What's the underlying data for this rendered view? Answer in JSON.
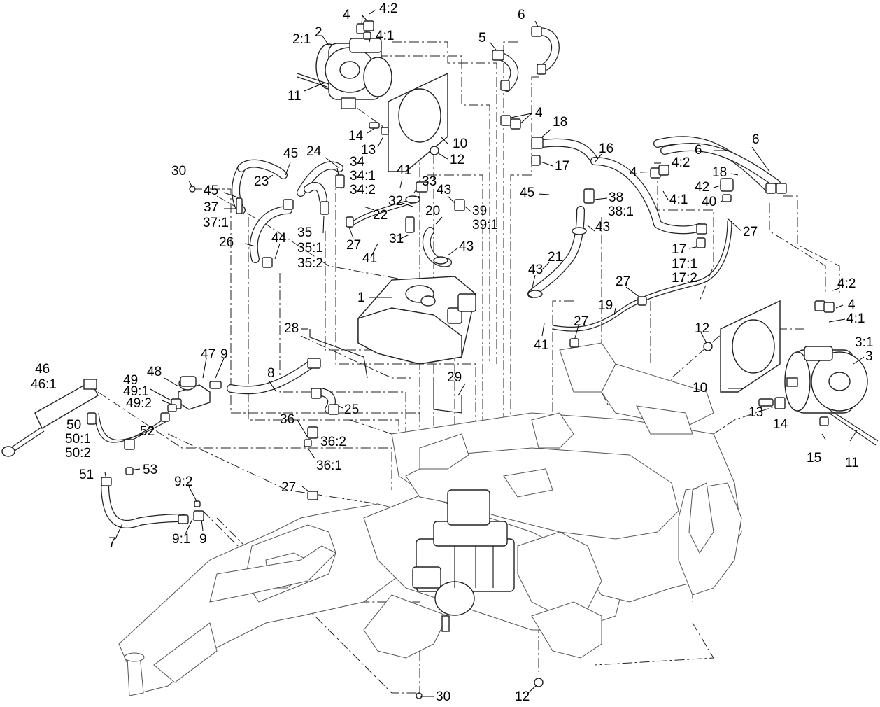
{
  "callouts": [
    {
      "id": "c1",
      "text": "4:2"
    },
    {
      "id": "c2",
      "text": "4"
    },
    {
      "id": "c3",
      "text": "2:1"
    },
    {
      "id": "c4",
      "text": "2"
    },
    {
      "id": "c5",
      "text": "4:1"
    },
    {
      "id": "c6",
      "text": "11"
    },
    {
      "id": "c7",
      "text": "5"
    },
    {
      "id": "c8",
      "text": "6"
    },
    {
      "id": "c9",
      "text": "4"
    },
    {
      "id": "c10",
      "text": "14"
    },
    {
      "id": "c11",
      "text": "13"
    },
    {
      "id": "c12",
      "text": "10"
    },
    {
      "id": "c13",
      "text": "12"
    },
    {
      "id": "c14",
      "text": "18"
    },
    {
      "id": "c15",
      "text": "16"
    },
    {
      "id": "c16",
      "text": "17"
    },
    {
      "id": "c17",
      "text": "6"
    },
    {
      "id": "c18",
      "text": "6"
    },
    {
      "id": "c19",
      "text": "4"
    },
    {
      "id": "c20",
      "text": "4:2"
    },
    {
      "id": "c21",
      "text": "18"
    },
    {
      "id": "c22",
      "text": "4:1"
    },
    {
      "id": "c23",
      "text": "42"
    },
    {
      "id": "c24",
      "text": "40"
    },
    {
      "id": "c25",
      "text": "27"
    },
    {
      "id": "c26",
      "text": "30"
    },
    {
      "id": "c27",
      "text": "45"
    },
    {
      "id": "c28",
      "text": "24"
    },
    {
      "id": "c29",
      "text": "23"
    },
    {
      "id": "c30",
      "text": "34"
    },
    {
      "id": "c31",
      "text": "34:1"
    },
    {
      "id": "c32",
      "text": "34:2"
    },
    {
      "id": "c33",
      "text": "41"
    },
    {
      "id": "c34",
      "text": "33"
    },
    {
      "id": "c35",
      "text": "43"
    },
    {
      "id": "c36",
      "text": "32"
    },
    {
      "id": "c37",
      "text": "45"
    },
    {
      "id": "c38",
      "text": "37"
    },
    {
      "id": "c39",
      "text": "37:1"
    },
    {
      "id": "c40",
      "text": "22"
    },
    {
      "id": "c41",
      "text": "20"
    },
    {
      "id": "c42",
      "text": "39"
    },
    {
      "id": "c43",
      "text": "39:1"
    },
    {
      "id": "c44",
      "text": "45"
    },
    {
      "id": "c45",
      "text": "38"
    },
    {
      "id": "c46",
      "text": "38:1"
    },
    {
      "id": "c47",
      "text": "43"
    },
    {
      "id": "c48",
      "text": "26"
    },
    {
      "id": "c49",
      "text": "44"
    },
    {
      "id": "c50",
      "text": "35"
    },
    {
      "id": "c51",
      "text": "35:1"
    },
    {
      "id": "c52",
      "text": "35:2"
    },
    {
      "id": "c53",
      "text": "27"
    },
    {
      "id": "c54",
      "text": "31"
    },
    {
      "id": "c55",
      "text": "41"
    },
    {
      "id": "c56",
      "text": "43"
    },
    {
      "id": "c57",
      "text": "17"
    },
    {
      "id": "c58",
      "text": "17:1"
    },
    {
      "id": "c59",
      "text": "17:2"
    },
    {
      "id": "c60",
      "text": "21"
    },
    {
      "id": "c61",
      "text": "43"
    },
    {
      "id": "c62",
      "text": "1"
    },
    {
      "id": "c63",
      "text": "27"
    },
    {
      "id": "c64",
      "text": "4:2"
    },
    {
      "id": "c65",
      "text": "4"
    },
    {
      "id": "c66",
      "text": "19"
    },
    {
      "id": "c67",
      "text": "4:1"
    },
    {
      "id": "c68",
      "text": "12"
    },
    {
      "id": "c69",
      "text": "27"
    },
    {
      "id": "c70",
      "text": "28"
    },
    {
      "id": "c71",
      "text": "41"
    },
    {
      "id": "c72",
      "text": "3:1"
    },
    {
      "id": "c73",
      "text": "3"
    },
    {
      "id": "c74",
      "text": "46"
    },
    {
      "id": "c75",
      "text": "46:1"
    },
    {
      "id": "c76",
      "text": "47"
    },
    {
      "id": "c77",
      "text": "9"
    },
    {
      "id": "c78",
      "text": "48"
    },
    {
      "id": "c79",
      "text": "49"
    },
    {
      "id": "c80",
      "text": "49:1"
    },
    {
      "id": "c81",
      "text": "49:2"
    },
    {
      "id": "c82",
      "text": "8"
    },
    {
      "id": "c83",
      "text": "10"
    },
    {
      "id": "c84",
      "text": "29"
    },
    {
      "id": "c85",
      "text": "13"
    },
    {
      "id": "c86",
      "text": "14"
    },
    {
      "id": "c87",
      "text": "25"
    },
    {
      "id": "c88",
      "text": "50"
    },
    {
      "id": "c89",
      "text": "50:1"
    },
    {
      "id": "c90",
      "text": "50:2"
    },
    {
      "id": "c91",
      "text": "52"
    },
    {
      "id": "c92",
      "text": "36"
    },
    {
      "id": "c93",
      "text": "36:2"
    },
    {
      "id": "c94",
      "text": "36:1"
    },
    {
      "id": "c95",
      "text": "15"
    },
    {
      "id": "c96",
      "text": "11"
    },
    {
      "id": "c97",
      "text": "51"
    },
    {
      "id": "c98",
      "text": "53"
    },
    {
      "id": "c99",
      "text": "9:2"
    },
    {
      "id": "c100",
      "text": "27"
    },
    {
      "id": "c101",
      "text": "9:1"
    },
    {
      "id": "c102",
      "text": "9"
    },
    {
      "id": "c103",
      "text": "7"
    },
    {
      "id": "c104",
      "text": "30"
    },
    {
      "id": "c105",
      "text": "12"
    }
  ]
}
